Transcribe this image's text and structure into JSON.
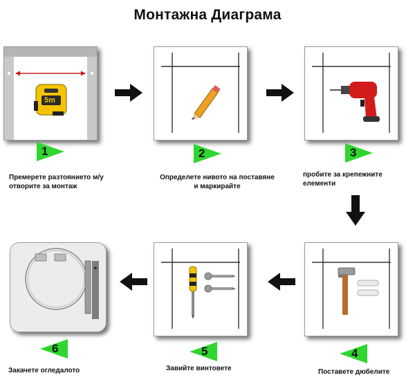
{
  "title": "Монтажна Диаграма",
  "colors": {
    "badge_green": "#2fd62f",
    "arrow_black": "#111111",
    "tape_yellow": "#f5c400",
    "drill_red": "#d21b1b",
    "screwdriver_yellow": "#f2c300",
    "panel_shadow": "#555555"
  },
  "steps": [
    {
      "number": "1",
      "caption_lines": [
        "Премерете разтоянието м/у",
        "отворите за монтаж"
      ],
      "icon": "tape-measure-icon"
    },
    {
      "number": "2",
      "caption_lines": [
        "Определете нивото на поставяне",
        "и маркирайте"
      ],
      "icon": "pencil-icon"
    },
    {
      "number": "3",
      "caption_lines": [
        "пробите за крепежните",
        "елементи"
      ],
      "icon": "drill-icon"
    },
    {
      "number": "4",
      "caption_lines": [
        "Поставете дюбелите"
      ],
      "icon": "hammer-icon"
    },
    {
      "number": "5",
      "caption_lines": [
        "Завийте винтовете"
      ],
      "icon": "screwdriver-icon"
    },
    {
      "number": "6",
      "caption_lines": [
        "Закачете огледалото"
      ],
      "icon": "mirror-icon"
    }
  ],
  "tape_label": "5m"
}
